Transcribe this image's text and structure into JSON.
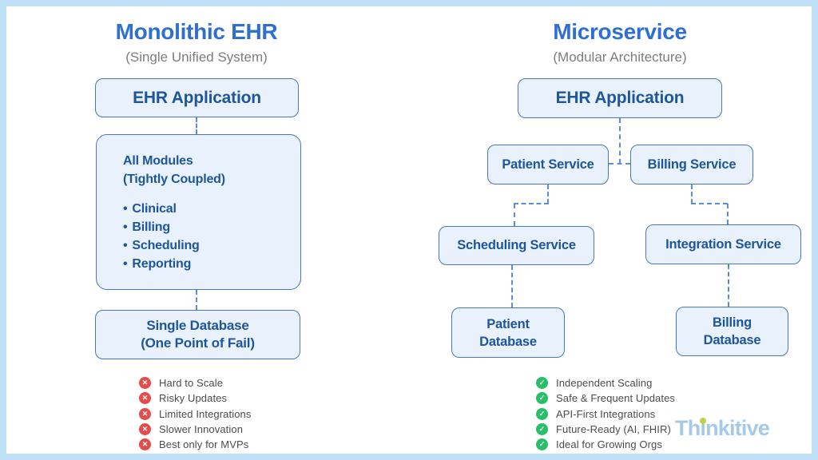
{
  "left": {
    "title": "Monolithic EHR",
    "subtitle": "(Single Unified System)",
    "app_box_label": "EHR Application",
    "modules_box": {
      "heading_line1": "All Modules",
      "heading_line2": "(Tightly Coupled)",
      "bullet_char": "•",
      "items": [
        "Clinical",
        "Billing",
        "Scheduling",
        "Reporting"
      ]
    },
    "database_box": {
      "line1": "Single Database",
      "line2": "(One Point of Fail)"
    },
    "cons": [
      "Hard to Scale",
      "Risky Updates",
      "Limited Integrations",
      "Slower Innovation",
      "Best only for MVPs"
    ]
  },
  "right": {
    "title": "Microservice",
    "subtitle": "(Modular Architecture)",
    "app_box_label": "EHR Application",
    "patient_service_label": "Patient Service",
    "billing_service_label": "Billing Service",
    "scheduling_service_label": "Scheduling Service",
    "integration_service_label": "Integration Service",
    "patient_db": {
      "line1": "Patient",
      "line2": "Database"
    },
    "billing_db": {
      "line1": "Billing",
      "line2": "Database"
    },
    "pros": [
      "Independent Scaling",
      "Safe & Frequent Updates",
      "API-First Integrations",
      "Future-Ready (AI, FHIR)",
      "Ideal for Growing Orgs"
    ]
  },
  "icons": {
    "cross_glyph": "✕",
    "check_glyph": "✓"
  },
  "logo": {
    "name": "Thinkitive",
    "part1": "Th",
    "dotless_i": "ı",
    "part2": "nkitive"
  },
  "colors": {
    "frame_border": "#bfe0f7",
    "title_blue": "#2e6fd1",
    "subtitle_gray": "#7d7d7d",
    "box_fill": "#e9f1fc",
    "box_border": "#4678c0",
    "box_text": "#1d5699",
    "connector_blue": "#5b8ed8",
    "con_red": "#e24c4b",
    "pro_green": "#27c069",
    "list_text": "#4c4c4c",
    "logo_blue": "#a6c9e9",
    "logo_dot_green": "#bcd24a"
  }
}
